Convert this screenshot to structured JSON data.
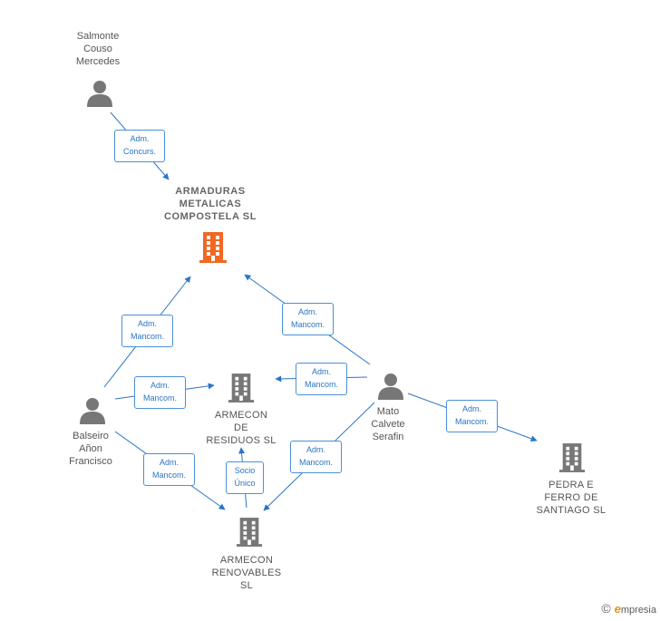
{
  "colors": {
    "edge": "#2b74c4",
    "main_company": "#f26722",
    "company": "#777777",
    "person": "#777777",
    "box_border": "#4a90d9"
  },
  "nodes": {
    "main": {
      "name": "ARMADURAS\nMETALICAS\nCOMPOSTELA SL",
      "icon": "building-icon"
    },
    "armecon_residuos": {
      "name": "ARMECON\nDE\nRESIDUOS SL",
      "icon": "building-icon"
    },
    "armecon_renovables": {
      "name": "ARMECON\nRENOVABLES\nSL",
      "icon": "building-icon"
    },
    "pedra_ferro": {
      "name": "PEDRA E\nFERRO DE\nSANTIAGO SL",
      "icon": "building-icon"
    },
    "salmonte": {
      "name": "Salmonte\nCouso\nMercedes",
      "icon": "person-icon"
    },
    "balseiro": {
      "name": "Balseiro\nAñon\nFrancisco",
      "icon": "person-icon"
    },
    "mato": {
      "name": "Mato\nCalvete\nSerafin",
      "icon": "person-icon"
    }
  },
  "relations": {
    "salmonte_main": "Adm.\nConcurs.",
    "balseiro_main": "Adm.\nMancom.",
    "mato_main": "Adm.\nMancom.",
    "balseiro_residuos": "Adm.\nMancom.",
    "mato_residuos": "Adm.\nMancom.",
    "mato_pedra": "Adm.\nMancom.",
    "balseiro_renovables": "Adm.\nMancom.",
    "mato_renovables": "Adm.\nMancom.",
    "renovables_residuos": "Socio\nÚnico"
  },
  "footer": {
    "copyright": "©",
    "brand_initial": "e",
    "brand_rest": "mpresia"
  }
}
